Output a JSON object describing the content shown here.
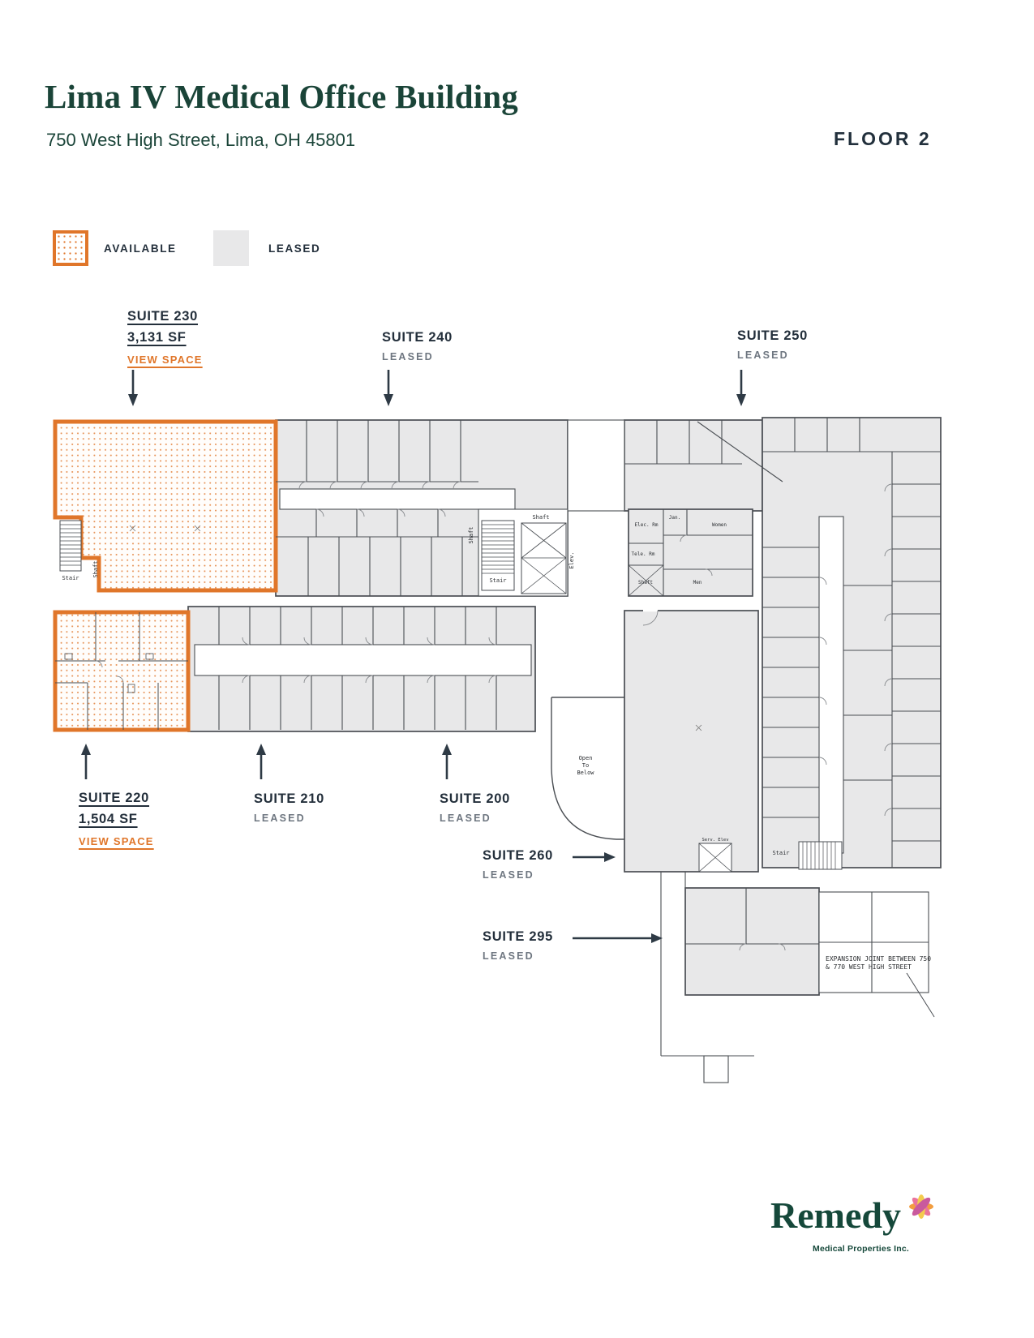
{
  "header": {
    "title": "Lima IV Medical Office Building",
    "address": "750 West High Street, Lima, OH 45801",
    "floor": "FLOOR 2"
  },
  "legend": {
    "available": "AVAILABLE",
    "leased": "LEASED"
  },
  "colors": {
    "accent_orange": "#E0762A",
    "heading_green": "#1A4438",
    "label_dark": "#232F3B",
    "status_gray": "#6E7680",
    "leased_fill": "#E8E8E9",
    "wall_gray": "#4A4E53"
  },
  "suites": {
    "s230": {
      "name": "SUITE 230",
      "area": "3,131 SF",
      "cta": "VIEW SPACE"
    },
    "s240": {
      "name": "SUITE 240",
      "status": "LEASED"
    },
    "s250": {
      "name": "SUITE 250",
      "status": "LEASED"
    },
    "s220": {
      "name": "SUITE 220",
      "area": "1,504 SF",
      "cta": "VIEW SPACE"
    },
    "s210": {
      "name": "SUITE 210",
      "status": "LEASED"
    },
    "s200": {
      "name": "SUITE 200",
      "status": "LEASED"
    },
    "s260": {
      "name": "SUITE 260",
      "status": "LEASED"
    },
    "s295": {
      "name": "SUITE 295",
      "status": "LEASED"
    }
  },
  "plan_labels": {
    "stair_nw": "Stair",
    "shaft_nw": "Shaft",
    "shaft_core_left": "Shaft",
    "shaft_core": "Shaft",
    "stair_core": "Stair",
    "elev": "Elev.",
    "elec_rm": "Elec. Rm",
    "jan": "Jan.",
    "women": "Women",
    "tele_rm": "Tele. Rm",
    "shaft_util": "Shaft",
    "men": "Men",
    "open1": "Open",
    "open2": "To",
    "open3": "Below",
    "serv_elev": "Serv. Elev",
    "stair_se": "Stair"
  },
  "annotations": {
    "expansion_joint": "EXPANSION JOINT BETWEEN 750 & 770 WEST HIGH STREET"
  },
  "footer": {
    "brand": "Remedy",
    "tagline": "Medical Properties Inc."
  }
}
